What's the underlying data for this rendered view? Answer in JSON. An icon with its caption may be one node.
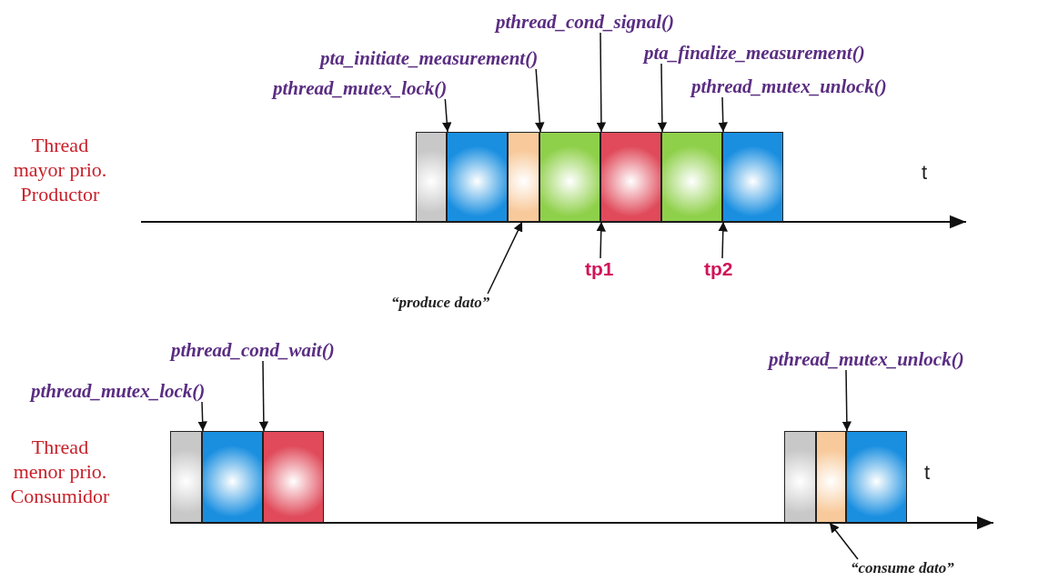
{
  "diagram": {
    "nodes": [
      {
        "text": [
          "pthread_cond_signal()"
        ]
      },
      {
        "text": [
          "pta_initiate_measurement()"
        ]
      },
      {
        "text": [
          "pta_finalize_measurement()"
        ]
      },
      {
        "text": [
          "pthread_mutex_lock()"
        ]
      },
      {
        "text": [
          "pthread_mutex_unlock()"
        ]
      },
      {
        "text": [],
        "shape": "box"
      },
      {
        "text": [],
        "shape": "box"
      },
      {
        "text": [],
        "shape": "box"
      },
      {
        "text": [],
        "shape": "box"
      },
      {
        "text": [],
        "shape": "box"
      },
      {
        "text": [],
        "shape": "box"
      },
      {
        "text": [],
        "shape": "box"
      },
      {
        "text": [
          "tp1"
        ]
      },
      {
        "text": [
          "tp2"
        ]
      },
      {
        "text": [
          "“produce dato”"
        ]
      },
      {
        "text": [
          "pthread_cond_wait()"
        ]
      },
      {
        "text": [
          "pthread_mutex_unlock()"
        ]
      },
      {
        "text": [
          "pthread_mutex_lock()"
        ]
      },
      {
        "text": [],
        "shape": "box"
      },
      {
        "text": [],
        "shape": "box"
      },
      {
        "text": [],
        "shape": "box"
      },
      {
        "text": [],
        "shape": "box"
      },
      {
        "text": [],
        "shape": "box"
      },
      {
        "text": [],
        "shape": "box"
      },
      {
        "text": [
          "“consume dato”"
        ]
      }
    ],
    "edges": [
      {
        "from": 3,
        "to": 6,
        "arrow": "to"
      },
      {
        "from": 1,
        "to": 8,
        "arrow": "to"
      },
      {
        "from": 0,
        "to": 9,
        "arrow": "to"
      },
      {
        "from": 2,
        "to": 10,
        "arrow": "to"
      },
      {
        "from": 4,
        "to": 11,
        "arrow": "to"
      },
      {
        "from": 12,
        "to": 9,
        "arrow": "to"
      },
      {
        "from": 13,
        "to": 11,
        "arrow": "to"
      },
      {
        "from": 14,
        "to": 7,
        "arrow": "to"
      },
      {
        "from": 17,
        "to": 19,
        "arrow": "to"
      },
      {
        "from": 15,
        "to": 20,
        "arrow": "to"
      },
      {
        "from": 16,
        "to": 23,
        "arrow": "to"
      },
      {
        "from": 24,
        "to": 22,
        "arrow": "to"
      }
    ],
    "labels": [
      "Thread mayor prio. Productor",
      "t",
      "Thread menor prio. Consumidor",
      "t"
    ]
  }
}
